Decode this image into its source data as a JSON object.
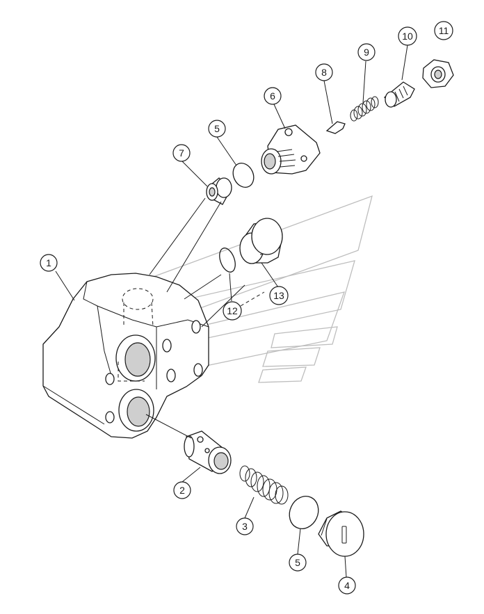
{
  "callouts": {
    "c1": "1",
    "c2": "2",
    "c3": "3",
    "c4": "4",
    "c5a": "5",
    "c5b": "5",
    "c6": "6",
    "c7": "7",
    "c8": "8",
    "c9": "9",
    "c10": "10",
    "c11": "11",
    "c12": "12",
    "c13": "13"
  },
  "colors": {
    "line": "#1a1a1a",
    "watermark": "#bdbdbd",
    "background": "#ffffff"
  }
}
